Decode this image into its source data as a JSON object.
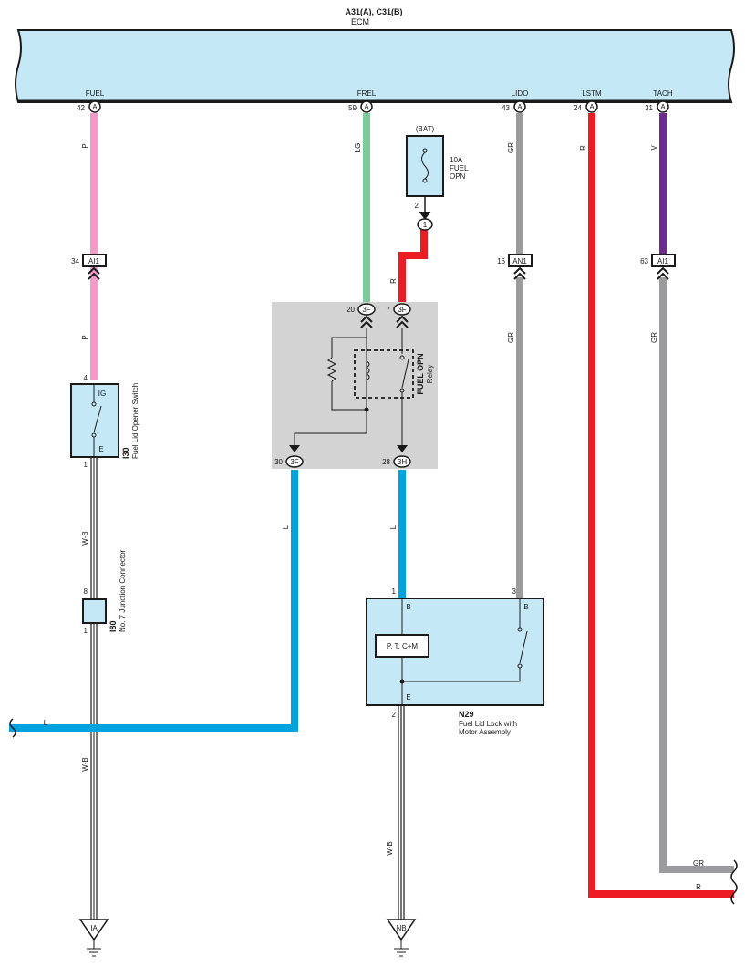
{
  "ecm": {
    "connectors": "A31(A), C31(B)",
    "name": "ECM",
    "pins": [
      {
        "name": "FUEL",
        "num": "42",
        "conn": "A"
      },
      {
        "name": "FREL",
        "num": "59",
        "conn": "A"
      },
      {
        "name": "LIDO",
        "num": "43",
        "conn": "A"
      },
      {
        "name": "LSTM",
        "num": "24",
        "conn": "A"
      },
      {
        "name": "TACH",
        "num": "31",
        "conn": "A"
      }
    ]
  },
  "fuse": {
    "supply": "(BAT)",
    "rating": "10A",
    "line1": "FUEL",
    "line2": "OPN",
    "pin": "2",
    "junction": "1"
  },
  "inline_connectors": [
    {
      "num": "34",
      "code": "AI1"
    },
    {
      "num": "16",
      "code": "AN1"
    },
    {
      "num": "63",
      "code": "AI1"
    }
  ],
  "relay": {
    "name": "FUEL OPN",
    "type": "Relay",
    "pins": {
      "top_left_num": "20",
      "top_left_code": "3F",
      "top_right_num": "7",
      "top_right_code": "3F",
      "bottom_left_num": "30",
      "bottom_left_code": "3F",
      "bottom_right_num": "28",
      "bottom_right_code": "3H"
    }
  },
  "switch": {
    "code": "I30",
    "name": "Fuel Lid Opener Switch",
    "pin_top": "4",
    "pin_bottom": "1",
    "label_top": "IG",
    "label_bottom": "E"
  },
  "junction_connector": {
    "code": "I80",
    "name": "No. 7 Junction Connector",
    "pin_top": "8",
    "pin_bottom": "1"
  },
  "motor_assembly": {
    "code": "N29",
    "name_line1": "Fuel Lid Lock with",
    "name_line2": "Motor Assembly",
    "pin_b1": "1",
    "pin_b3": "3",
    "pin_e": "2",
    "label_b1": "B",
    "label_b3": "B",
    "label_e": "E",
    "ptc_label": "P. T. C+M"
  },
  "wire_colors": {
    "p": "P",
    "lg": "LG",
    "r": "R",
    "gr": "GR",
    "v": "V",
    "l": "L",
    "wb": "W-B"
  },
  "grounds": {
    "left": "IA",
    "right": "NB"
  },
  "colors": {
    "pink": "#f39bc6",
    "green": "#7ecb9a",
    "gray": "#9b9b9d",
    "red": "#ed1c24",
    "purple": "#6a2c91",
    "blue": "#00a2e0",
    "ecm_fill": "#c5e8f7",
    "relay_fill": "#d3d3d3"
  }
}
